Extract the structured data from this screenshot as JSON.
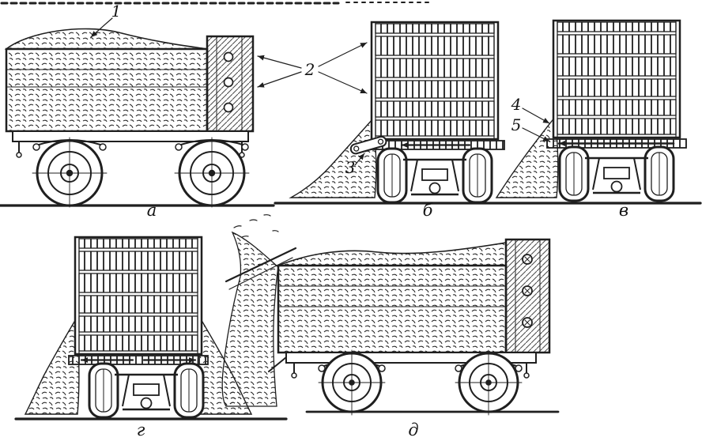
{
  "page": {
    "paper_color": "#ffffff",
    "ink_color": "#1f1f1f"
  },
  "figure": {
    "description_visible_text_only": true,
    "callouts": {
      "c1": "1",
      "c2": "2",
      "c3": "3",
      "c4": "4",
      "c5": "5"
    },
    "subfigures": {
      "a": "а",
      "b": "б",
      "v": "в",
      "g": "г",
      "d": "д"
    }
  }
}
